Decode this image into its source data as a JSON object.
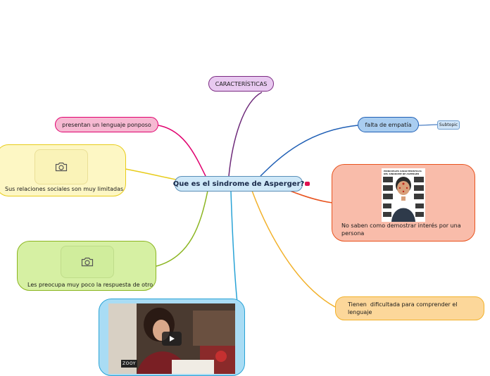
{
  "central": {
    "label": "Que es el sindrome de Asperger?"
  },
  "nodes": {
    "caracteristicas": {
      "label": "CARACTERÍSTICAS"
    },
    "lenguaje_ponposo": {
      "label": "presentan un lenguaje ponposo"
    },
    "relaciones_sociales": {
      "label": "Sus relaciones sociales son muy limitadas",
      "image_icon": "camera-icon"
    },
    "respuesta_otro": {
      "label": "Les preocupa muy poco la respuesta de otro",
      "image_icon": "camera-icon"
    },
    "video": {
      "badge": "ZOOY",
      "play_icon": "play-icon"
    },
    "empatia": {
      "label": "falta de empatía"
    },
    "subtopic": {
      "label": "Subtopic"
    },
    "infografia": {
      "label": "No saben como demostrar interés por una persona",
      "thumb_title_1": "PRINCIPALES CARACTERÍSTICAS",
      "thumb_title_2": "DEL SÍNDROME DE ASPERGER"
    },
    "comprender_lenguaje": {
      "label": "Tienen  dificultada para comprender el lenguaje"
    }
  },
  "colors": {
    "caracteristicas": "#7b2a82",
    "lenguaje": "#e0006e",
    "relaciones": "#e8cc1a",
    "respuesta": "#8bb520",
    "video": "#29a3d6",
    "empatia": "#1f5fb5",
    "infografia": "#e8531e",
    "comprender": "#f2b12a",
    "central": "#c9e5f7"
  }
}
